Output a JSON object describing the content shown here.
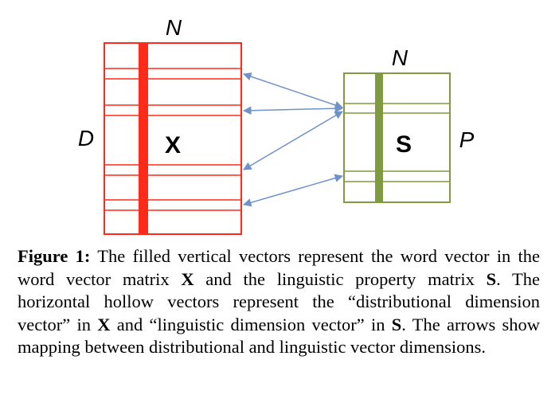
{
  "figure": {
    "left_matrix": {
      "symbol": "X",
      "width_label": "N",
      "height_label": "D",
      "color": "#ff2a1a"
    },
    "right_matrix": {
      "symbol": "S",
      "width_label": "N",
      "height_label": "P",
      "color": "#7f9a3f"
    },
    "arrow_color": "#6f93c8"
  },
  "caption": {
    "label": "Figure 1:",
    "t1": " The filled vertical vectors represent the word vector in the word vector matrix ",
    "m1": "X",
    "t2": " and the linguistic property matrix ",
    "m2": "S",
    "t3": ". The horizontal hollow vectors represent the “distributional dimension vector” in ",
    "m3": "X",
    "t4": " and “linguistic dimension vector” in ",
    "m4": "S",
    "t5": ".  The arrows show mapping between distributional and linguistic vector dimensions."
  }
}
